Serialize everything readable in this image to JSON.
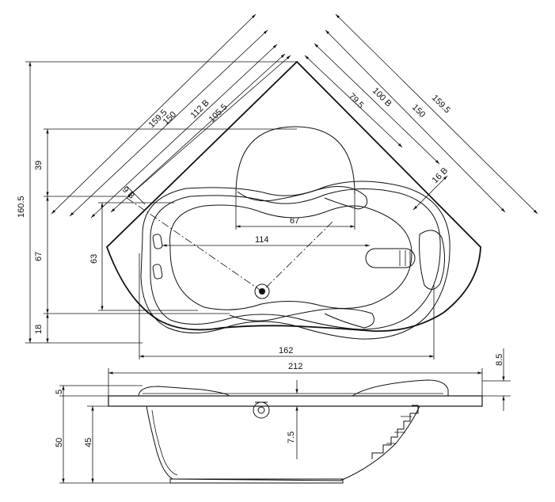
{
  "colors": {
    "line": "#111111",
    "background": "#ffffff"
  },
  "top_view": {
    "diagonal_left": [
      "159.5",
      "150",
      "112 B",
      "105.5"
    ],
    "diagonal_right": [
      "79.5",
      "100 B",
      "150",
      "159.5"
    ],
    "angle_small_left": "9 B",
    "angle_small_right": "16 B",
    "vertical_left": [
      "160.5",
      "39",
      "67",
      "18"
    ],
    "vertical_inner": "63",
    "horizontal_inner_67": "67",
    "horizontal_inner_114": "114",
    "horizontal_bottom": "162"
  },
  "side_view": {
    "overall_length": "212",
    "rim_top": "8.5",
    "rim_thickness": "5",
    "total_height": "50",
    "inner_depth": "45",
    "drain_depth": "7.5"
  }
}
